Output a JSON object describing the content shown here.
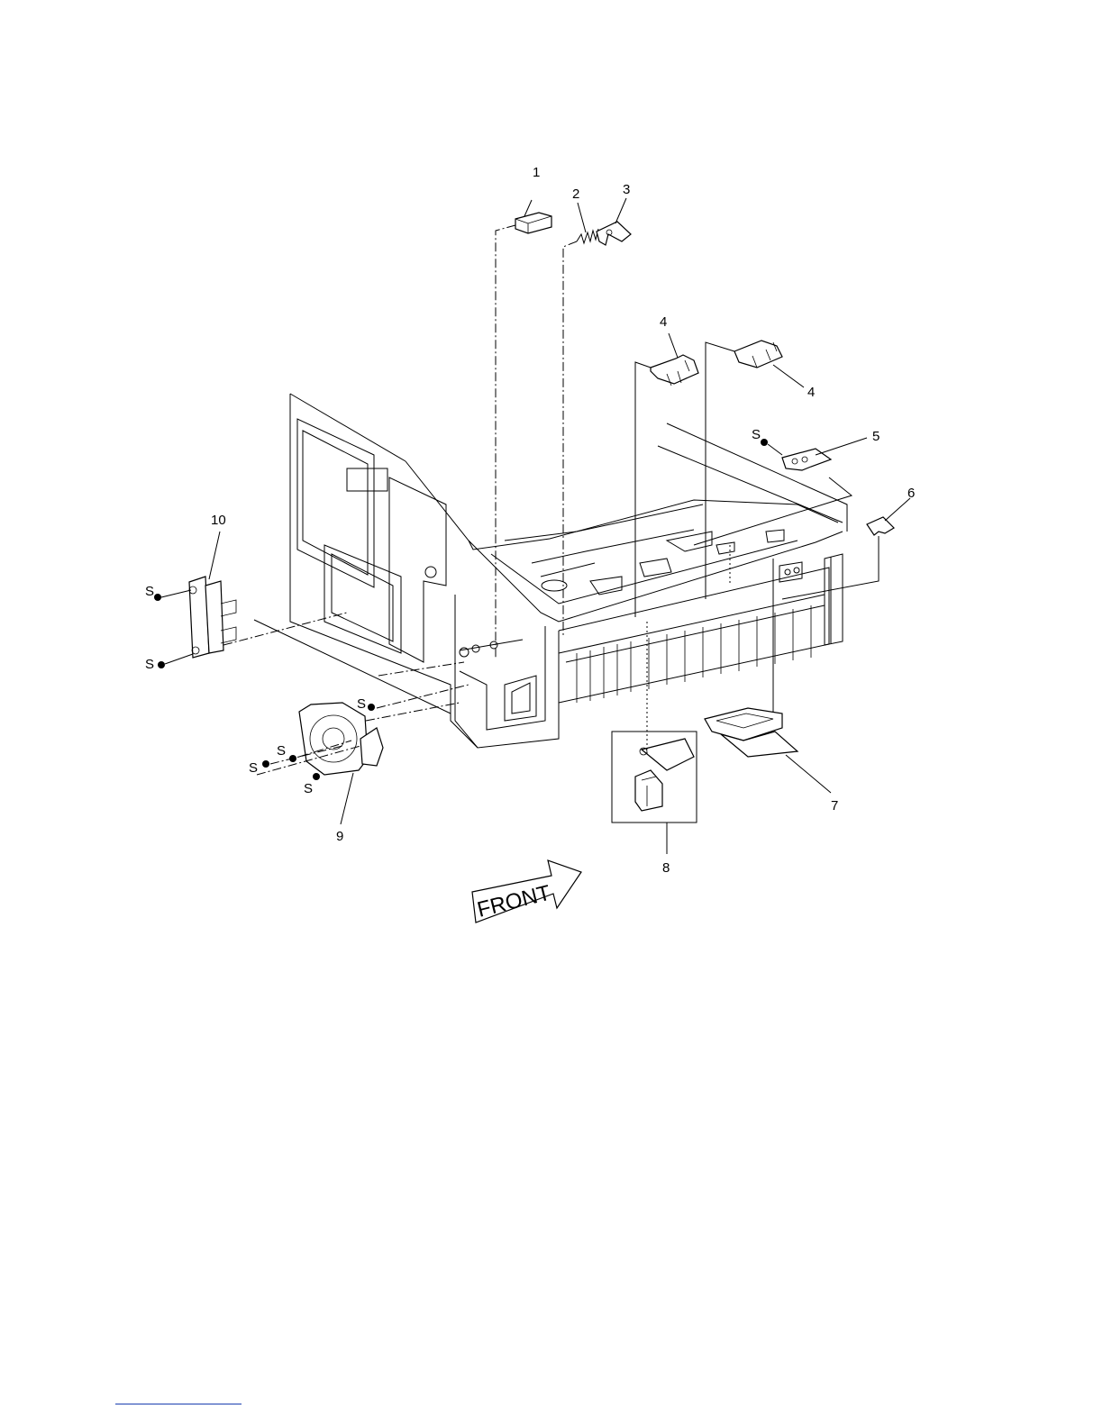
{
  "callouts": [
    "1",
    "2",
    "3",
    "4",
    "4",
    "5",
    "6",
    "7",
    "8",
    "9",
    "10"
  ],
  "screw_label": "S",
  "front_label": "FRONT",
  "colors": {
    "ink": "#000000",
    "paper": "#ffffff",
    "rule": "#1a3fb0"
  }
}
